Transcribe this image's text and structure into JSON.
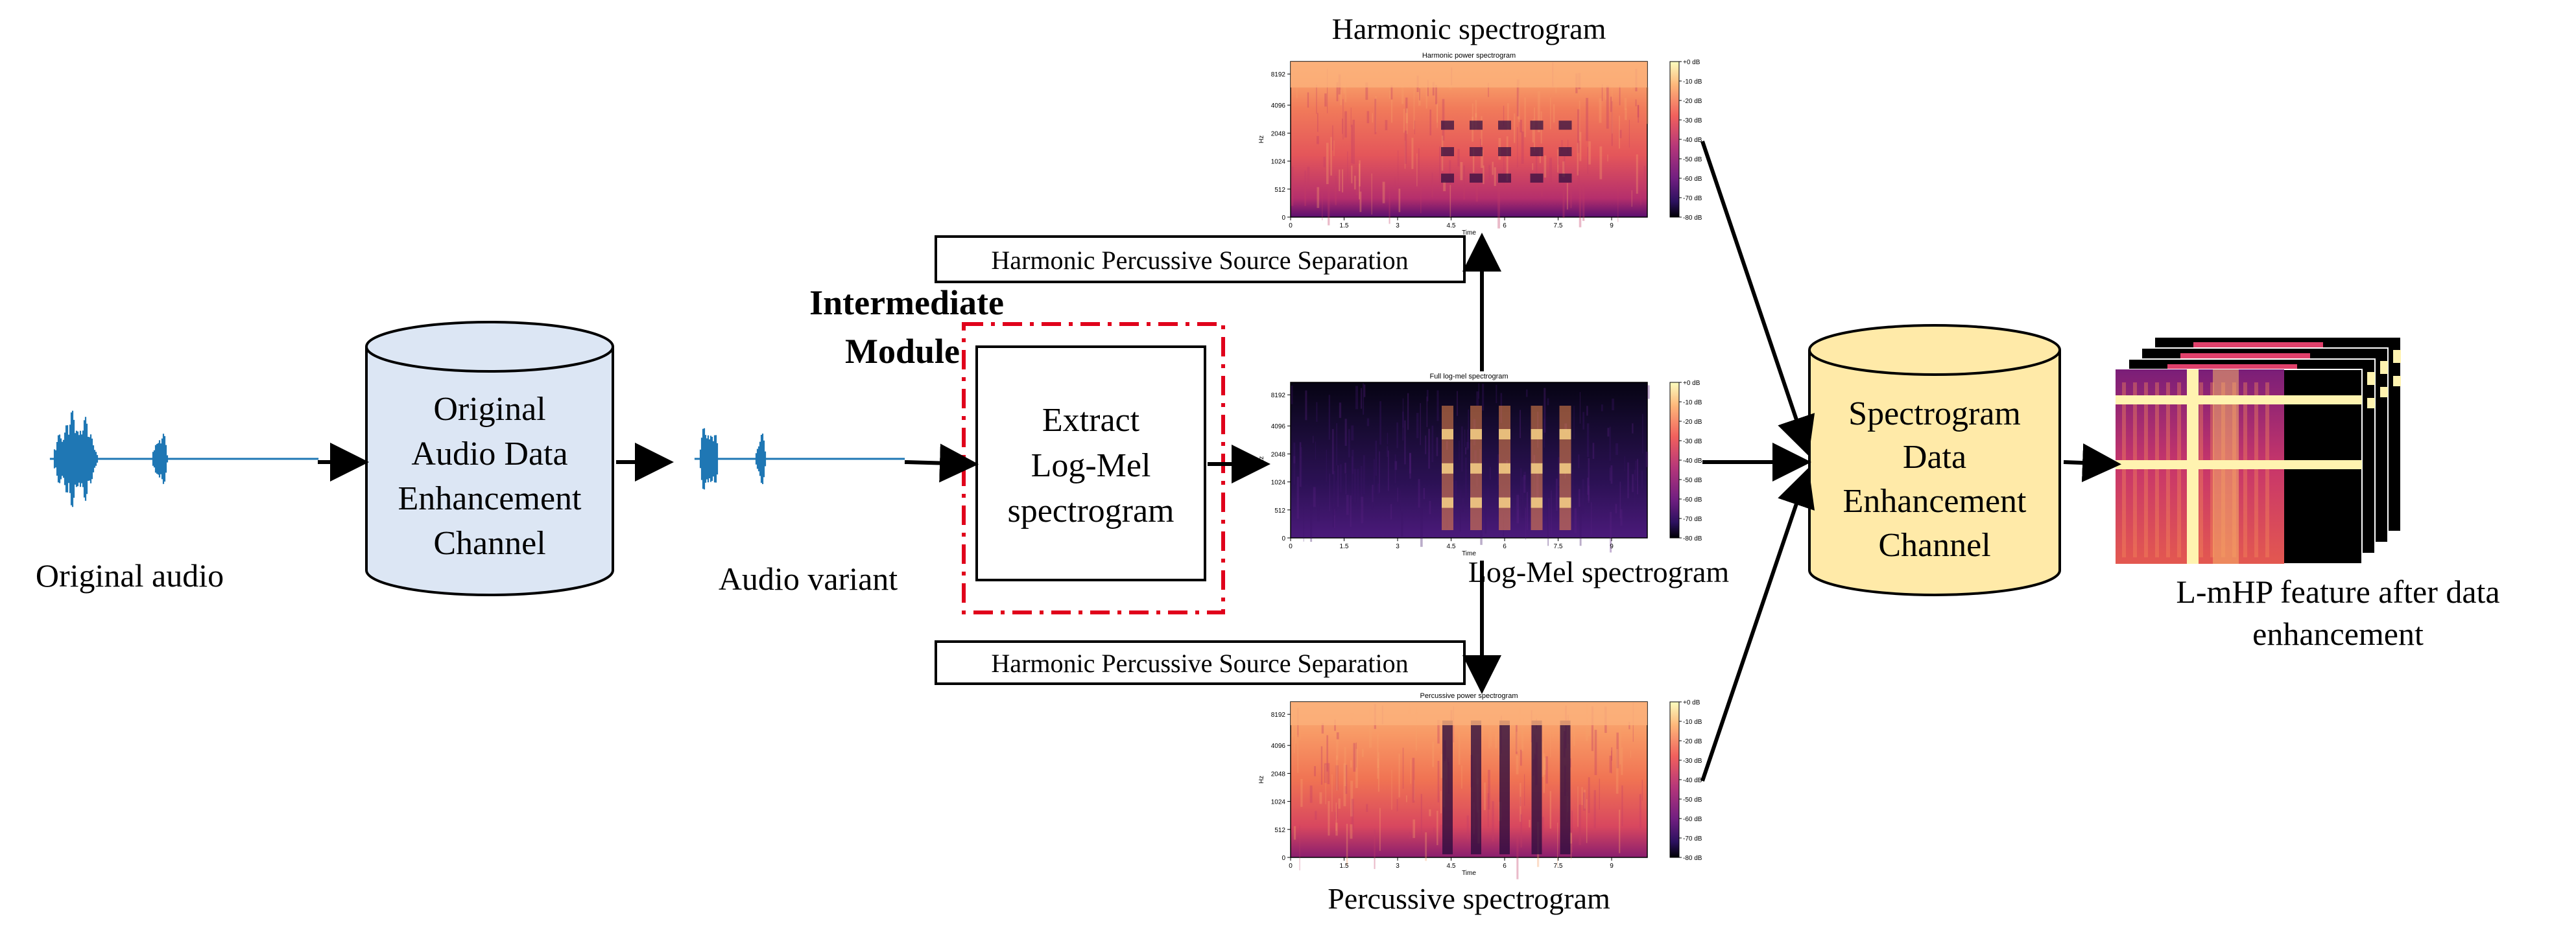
{
  "labels": {
    "original_audio": "Original audio",
    "audio_variant": "Audio variant",
    "intermediate_line1": "Intermediate",
    "intermediate_line2": "Module",
    "harmonic_spec_title": "Harmonic spectrogram",
    "logmel_spec_title": "Log-Mel spectrogram",
    "percussive_spec_title": "Percussive spectrogram",
    "hpss_top": "Harmonic Percussive Source Separation",
    "hpss_bottom": "Harmonic Percussive Source Separation",
    "lmhp_line1": "L-mHP feature after data",
    "lmhp_line2": "enhancement"
  },
  "cylinders": {
    "original": {
      "lines": [
        "Original",
        "Audio Data",
        "Enhancement",
        "Channel"
      ],
      "fill": "#dce6f4"
    },
    "spectrogram": {
      "lines": [
        "Spectrogram",
        "Data",
        "Enhancement",
        "Channel"
      ],
      "fill": "#ffeaa8"
    }
  },
  "extract_box": {
    "lines": [
      "Extract",
      "Log-Mel",
      "spectrogram"
    ],
    "dashed_color": "#e0001b"
  },
  "spectrograms": {
    "harmonic": {
      "title": "Harmonic power spectrogram",
      "yticks": [
        "8192",
        "4096",
        "2048",
        "1024",
        "512",
        "0"
      ],
      "xticks": [
        "0",
        "1.5",
        "3",
        "4.5",
        "6",
        "7.5",
        "9"
      ],
      "ylabel": "Hz",
      "xlabel": "Time",
      "cbar": [
        "+0 dB",
        "-10 dB",
        "-20 dB",
        "-30 dB",
        "-40 dB",
        "-50 dB",
        "-60 dB",
        "-70 dB",
        "-80 dB"
      ]
    },
    "logmel": {
      "title": "Full log-mel spectrogram",
      "yticks": [
        "8192",
        "4096",
        "2048",
        "1024",
        "512",
        "0"
      ],
      "xticks": [
        "0",
        "1.5",
        "3",
        "4.5",
        "6",
        "7.5",
        "9"
      ],
      "ylabel": "Hz",
      "xlabel": "Time",
      "cbar": [
        "+0 dB",
        "-10 dB",
        "-20 dB",
        "-30 dB",
        "-40 dB",
        "-50 dB",
        "-60 dB",
        "-70 dB",
        "-80 dB"
      ]
    },
    "percussive": {
      "title": "Percussive power spectrogram",
      "yticks": [
        "8192",
        "4096",
        "2048",
        "1024",
        "512",
        "0"
      ],
      "xticks": [
        "0",
        "1.5",
        "3",
        "4.5",
        "6",
        "7.5",
        "9"
      ],
      "ylabel": "Hz",
      "xlabel": "Time",
      "cbar": [
        "+0 dB",
        "-10 dB",
        "-20 dB",
        "-30 dB",
        "-40 dB",
        "-50 dB",
        "-60 dB",
        "-70 dB",
        "-80 dB"
      ]
    }
  },
  "colors": {
    "waveform": "#1f77b4",
    "arrow": "#000000",
    "cream_band": "#fff3b0"
  }
}
